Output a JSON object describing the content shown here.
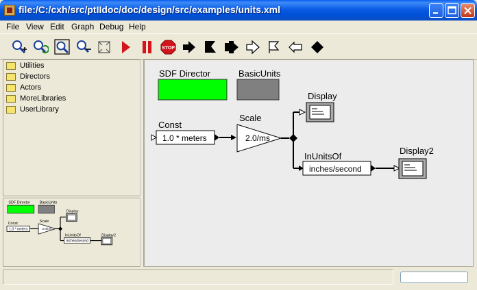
{
  "window": {
    "title": "file:/C:/cxh/src/ptIIdoc/doc/design/src/examples/units.xml"
  },
  "menu": [
    "File",
    "View",
    "Edit",
    "Graph",
    "Debug",
    "Help"
  ],
  "toolbar": {
    "buttons": [
      "zoom-in-icon",
      "zoom-reset-icon",
      "zoom-fit-icon",
      "zoom-out-icon",
      "full-screen-icon",
      "run-icon",
      "pause-icon",
      "stop-icon",
      "arrow-right-icon",
      "flag-right-icon",
      "flag-both-icon",
      "arrow-right-outline-icon",
      "flag-right-outline-icon",
      "flag-left-outline-icon",
      "diamond-icon"
    ],
    "stop_text": "STOP"
  },
  "library": {
    "items": [
      "Utilities",
      "Directors",
      "Actors",
      "MoreLibraries",
      "UserLibrary"
    ]
  },
  "colors": {
    "director": "#00ff00",
    "units": "#808080"
  },
  "model": {
    "director_label": "SDF Director",
    "units_label": "BasicUnits",
    "const_title": "Const",
    "const_value": "1.0 * meters",
    "scale_title": "Scale",
    "scale_value": "2.0/ms",
    "display_title": "Display",
    "inunits_title": "InUnitsOf",
    "inunits_value": "inches/second",
    "display2_title": "Display2"
  }
}
